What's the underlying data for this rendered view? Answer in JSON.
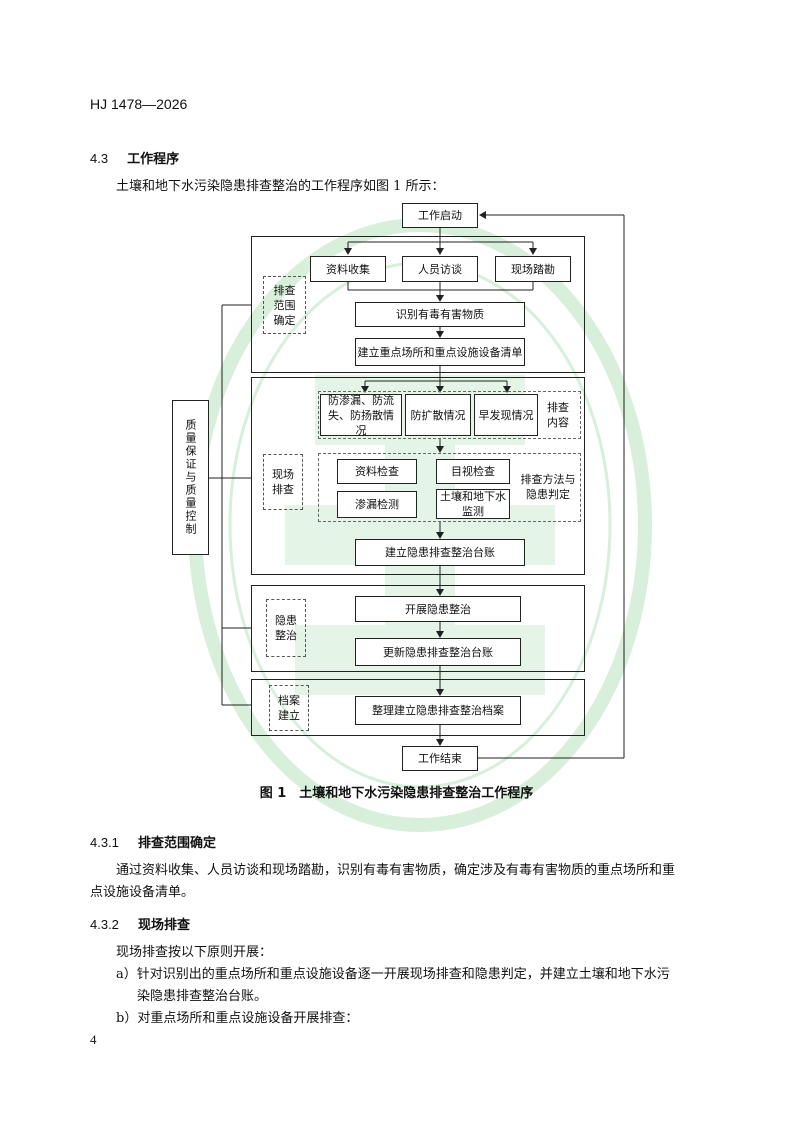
{
  "header": {
    "doc_code": "HJ 1478—2026"
  },
  "section_4_3": {
    "number": "4.3",
    "title": "工作程序",
    "intro": "土壤和地下水污染隐患排查整治的工作程序如图 1 所示："
  },
  "flowchart": {
    "start": "工作启动",
    "end": "工作结束",
    "quality_label": "质量保证与质量控制",
    "stage1": {
      "label": "排查范围确定",
      "collect": "资料收集",
      "interview": "人员访谈",
      "survey": "现场踏勘",
      "identify": "识别有毒有害物质",
      "inventory": "建立重点场所和重点设施设备清单"
    },
    "stage2": {
      "label": "现场排查",
      "content_label": "排查内容",
      "content1": "防渗漏、防流失、防扬散情况",
      "content2": "防扩散情况",
      "content3": "早发现情况",
      "method_label": "排查方法与隐患判定",
      "method1": "资料检查",
      "method2": "目视检查",
      "method3": "渗漏检测",
      "method4": "土壤和地下水监测",
      "ledger": "建立隐患排查整治台账"
    },
    "stage3": {
      "label": "隐患整治",
      "rectify": "开展隐患整治",
      "update": "更新隐患排查整治台账"
    },
    "stage4": {
      "label": "档案建立",
      "archive": "整理建立隐患排查整治档案"
    }
  },
  "figure_caption": "图 1　土壤和地下水污染隐患排查整治工作程序",
  "section_4_3_1": {
    "number": "4.3.1",
    "title": "排查范围确定",
    "text_line1": "通过资料收集、人员访谈和现场踏勘，识别有毒有害物质，确定涉及有毒有害物质的重点场所和重",
    "text_line2": "点设施设备清单。"
  },
  "section_4_3_2": {
    "number": "4.3.2",
    "title": "现场排查",
    "intro": "现场排查按以下原则开展：",
    "item_a_line1": "a）针对识别出的重点场所和重点设施设备逐一开展现场排查和隐患判定，并建立土壤和地下水污",
    "item_a_line2": "染隐患排查整治台账。",
    "item_b": "b）对重点场所和重点设施设备开展排查："
  },
  "page_number": "4",
  "colors": {
    "watermark": "#cfe9d4",
    "line": "#222222"
  }
}
